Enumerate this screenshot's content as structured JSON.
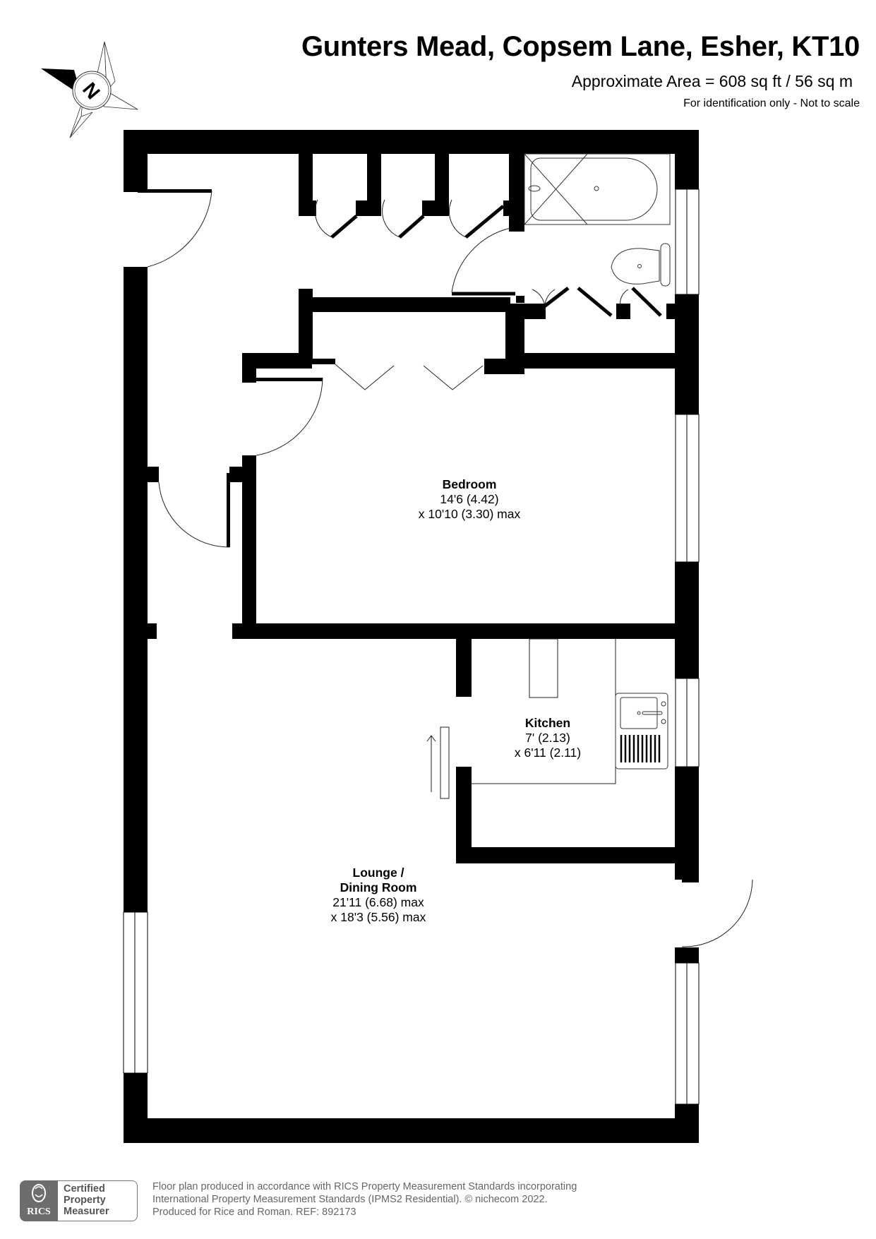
{
  "header": {
    "title": "Gunters Mead, Copsem Lane, Esher, KT10",
    "area": "Approximate Area = 608 sq ft / 56 sq m",
    "note": "For identification only - Not to scale"
  },
  "compass": {
    "icon": "north-arrow-compass-icon",
    "label": "N"
  },
  "rooms": {
    "bedroom": {
      "name": "Bedroom",
      "dim1": "14'6 (4.42)",
      "dim2": "x 10'10 (3.30) max"
    },
    "kitchen": {
      "name": "Kitchen",
      "dim1": "7' (2.13)",
      "dim2": "x 6'11 (2.11)"
    },
    "lounge": {
      "name_line1": "Lounge /",
      "name_line2": "Dining Room",
      "dim1": "21'11 (6.68) max",
      "dim2": "x 18'3 (5.56) max"
    }
  },
  "fixtures": [
    "bath",
    "wc",
    "kitchen-sink",
    "hob",
    "wardrobes",
    "windows",
    "doors"
  ],
  "colors": {
    "wall": "#000000",
    "background": "#ffffff",
    "footer_text": "#666666",
    "rics_grey": "#6d6d6d"
  },
  "footer": {
    "rics_label": "RICS",
    "badge_line1": "Certified",
    "badge_line2": "Property",
    "badge_line3": "Measurer",
    "line1": "Floor plan produced in accordance with RICS Property Measurement Standards incorporating",
    "line2": "International Property Measurement Standards (IPMS2 Residential).   © nichecom 2022.",
    "line3": "Produced for Rice and Roman.   REF:  892173"
  }
}
